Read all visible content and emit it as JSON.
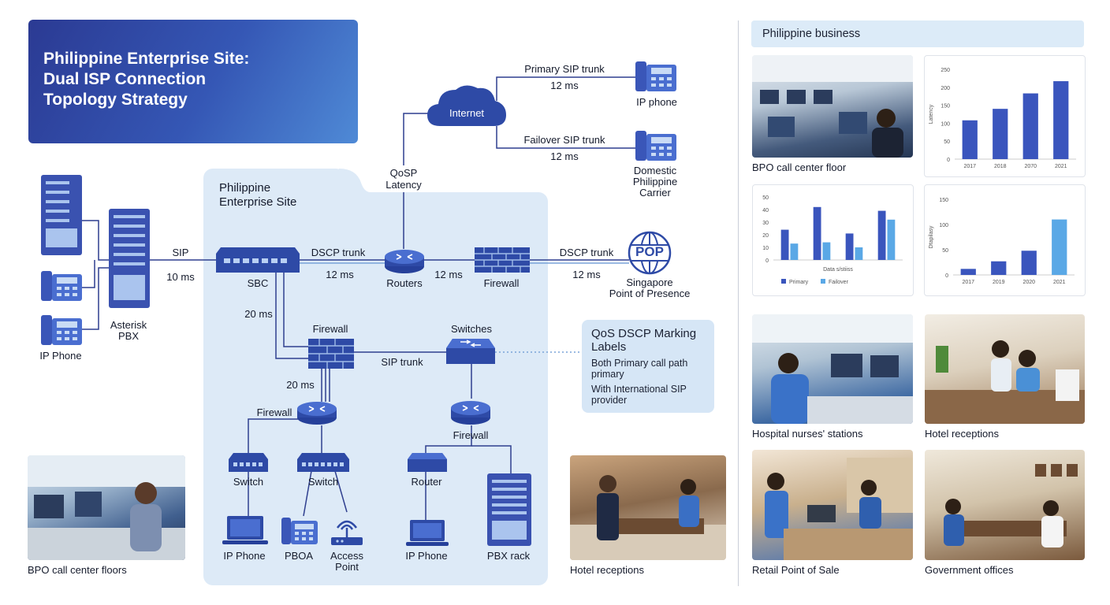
{
  "title": {
    "line1": "Philippine Enterprise Site:",
    "line2": "Dual ISP Connection",
    "line3": "Topology Strategy"
  },
  "site": {
    "label_line1": "Philippine",
    "label_line2": "Enterprise Site"
  },
  "internet": {
    "label": "Internet",
    "qos_label_line1": "QoSP",
    "qos_label_line2": "Latency"
  },
  "trunks": {
    "primary_label": "Primary SIP trunk",
    "primary_latency": "12 ms",
    "failover_label": "Failover SIP trunk",
    "failover_latency": "12 ms"
  },
  "ip_phone_top": {
    "label": "IP phone"
  },
  "carrier": {
    "line1": "Domestic",
    "line2": "Philippine",
    "line3": "Carrier"
  },
  "left_devices": {
    "ip_phone": "IP Phone",
    "pbx_line1": "Asterisk",
    "pbx_line2": "PBX",
    "sip": "SIP",
    "sip_latency": "10 ms"
  },
  "core": {
    "sbc": "SBC",
    "dscp_trunk": "DSCP trunk",
    "dscp_latency": "12 ms",
    "routers": "Routers",
    "router_fw_latency": "12 ms",
    "firewall": "Firewall"
  },
  "pop": {
    "icon_text": "POP",
    "dscp_trunk": "DSCP trunk",
    "latency": "12 ms",
    "line1": "Singapore",
    "line2": "Point of Presence"
  },
  "lower": {
    "latency_20_a": "20 ms",
    "firewall_mid": "Firewall",
    "switches": "Switches",
    "sip_trunk": "SIP trunk",
    "latency_20_b": "20 ms",
    "firewall_router": "Firewall",
    "firewall_right": "Firewall",
    "switch_a": "Switch",
    "switch_b": "Switch",
    "router": "Router",
    "ip_phone_a": "IP Phone",
    "pboa": "PBOA",
    "access_line1": "Access",
    "access_line2": "Point",
    "ip_phone_b": "IP Phone",
    "pbx_rack": "PBX rack"
  },
  "qos_box": {
    "title": "QoS DSCP Marking Labels",
    "item1": "Both Primary call path primary",
    "item2": "With International SIP provider"
  },
  "bottom_photos": {
    "bpo": "BPO call center floors",
    "hotel": "Hotel receptions"
  },
  "right_panel": {
    "header": "Philippine business",
    "bpo_caption": "BPO call center floor",
    "hospital_caption": "Hospital nurses' stations",
    "hotel_caption": "Hotel receptions",
    "retail_caption": "Retail Point of Sale",
    "gov_caption": "Government offices"
  },
  "colors": {
    "navy": "#2b3a93",
    "blue": "#3d55b8",
    "light_blue": "#5aa8e6",
    "panel": "#ddeaf7"
  },
  "chart_data": [
    {
      "type": "bar",
      "title": "",
      "ylabel": "Latency",
      "categories": [
        "2017",
        "2018",
        "2070",
        "2021"
      ],
      "values": [
        108,
        140,
        183,
        217
      ],
      "ylim": [
        0,
        250
      ],
      "yticks": [
        "0",
        "50",
        "100",
        "150",
        "200",
        "250"
      ],
      "grid": false
    },
    {
      "type": "bar",
      "title": "",
      "xlabel": "Data s/stiiss",
      "categories": [
        "",
        "",
        "",
        ""
      ],
      "series": [
        {
          "name": "Primary",
          "values": [
            24,
            42,
            21,
            39
          ]
        },
        {
          "name": "Failover",
          "values": [
            13,
            14,
            10,
            32
          ]
        }
      ],
      "ylim": [
        0,
        50
      ],
      "yticks": [
        "0",
        "10",
        "20",
        "30",
        "40",
        "50"
      ],
      "legend": "bottom",
      "grid": false
    },
    {
      "type": "bar",
      "title": "",
      "ylabel": "Dtapilasy",
      "categories": [
        "2017",
        "2019",
        "2020",
        "2021"
      ],
      "values": [
        12,
        27,
        48,
        110
      ],
      "ylim": [
        0,
        150
      ],
      "yticks": [
        "0",
        "50",
        "100",
        "150"
      ],
      "grid": false
    }
  ]
}
